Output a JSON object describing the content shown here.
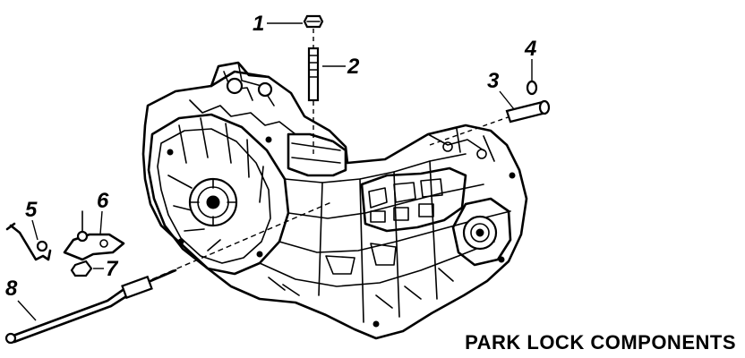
{
  "caption": "PARK LOCK COMPONENTS",
  "callouts": {
    "c1": "1",
    "c2": "2",
    "c3": "3",
    "c4": "4",
    "c5": "5",
    "c6": "6",
    "c7": "7",
    "c8": "8"
  }
}
